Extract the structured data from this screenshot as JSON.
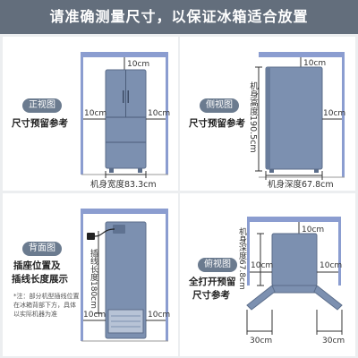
{
  "header": {
    "title": "请准确测量尺寸，以保证冰箱适合放置"
  },
  "colors": {
    "header_bg": "#636e7c",
    "fridge": "#7c90b0",
    "wall": "#8b9dd0",
    "accent": "#6b7b8f"
  },
  "panels": {
    "front": {
      "badge": "正视图",
      "desc": "尺寸预留参考",
      "top_gap": "10cm",
      "left_gap": "10cm",
      "right_gap": "10cm",
      "width_label": "机身宽度83.3cm"
    },
    "side": {
      "badge": "侧视图",
      "desc": "尺寸预留参考",
      "top_gap": "10cm",
      "right_gap": "10cm",
      "height_label": "机身高度190.5cm",
      "depth_label": "机身深度67.8cm"
    },
    "back": {
      "badge": "背面图",
      "desc_line1": "插座位置及",
      "desc_line2": "插线长度展示",
      "note": "*注：部分机型插线位置在冰箱背部下方，具体以实际机器为准",
      "cable_label": "插线长度180cm",
      "left_gap": "10cm",
      "right_gap": "10cm"
    },
    "top": {
      "badge": "俯视图",
      "desc_line1": "全打开预留",
      "desc_line2": "尺寸参考",
      "depth_label": "机身深度67.8cm",
      "top_gap": "10cm",
      "left_gap": "10cm",
      "right_gap": "10cm",
      "door_left": "30cm",
      "door_right": "30cm"
    }
  }
}
